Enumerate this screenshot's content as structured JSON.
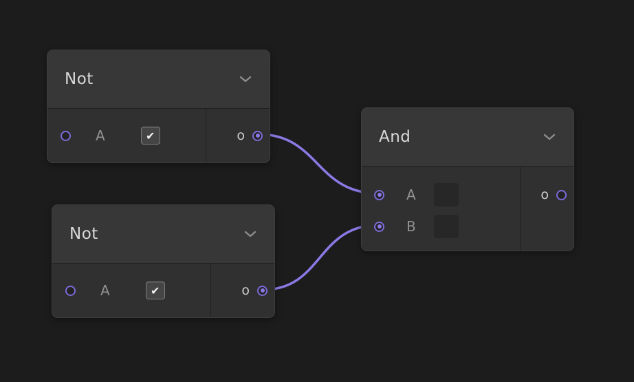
{
  "canvas": {
    "background_color": "#1c1c1c",
    "wire_color": "#8b7ae6",
    "socket_color": "#7e6ad8"
  },
  "icons": {
    "checkmark": "✔",
    "chevron_down": "⌄"
  },
  "nodes": [
    {
      "title": "Not",
      "inputs": [
        {
          "label": "A",
          "control": "checkbox",
          "checked": true,
          "connected": false
        }
      ],
      "outputs": [
        {
          "label": "o",
          "connected": true
        }
      ]
    },
    {
      "title": "Not",
      "inputs": [
        {
          "label": "A",
          "control": "checkbox",
          "checked": true,
          "connected": false
        }
      ],
      "outputs": [
        {
          "label": "o",
          "connected": true
        }
      ]
    },
    {
      "title": "And",
      "inputs": [
        {
          "label": "A",
          "control": "none",
          "connected": true
        },
        {
          "label": "B",
          "control": "none",
          "connected": true
        }
      ],
      "outputs": [
        {
          "label": "o",
          "connected": false
        }
      ]
    }
  ],
  "connections": [
    {
      "from": "Not(top).o",
      "to": "And.A"
    },
    {
      "from": "Not(bottom).o",
      "to": "And.B"
    }
  ]
}
